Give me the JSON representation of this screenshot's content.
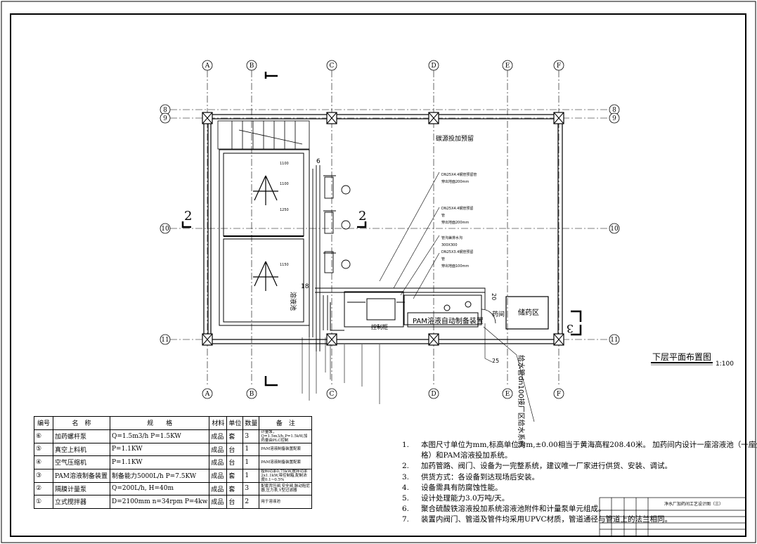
{
  "grid": {
    "columns": [
      "A",
      "B",
      "C",
      "D",
      "E",
      "F"
    ],
    "rows": [
      "8",
      "9",
      "10",
      "11"
    ]
  },
  "title": {
    "main": "下层平面布置图",
    "scale": "1:100"
  },
  "labels": {
    "carbon_source": "碳源投加预留",
    "pipe1": [
      "DN25X4.4钢管预留管",
      "穿出地面200mm"
    ],
    "pipe2": [
      "DN25X4.4钢管预留",
      "管",
      "穿出地面200mm"
    ],
    "sump": [
      "管沟兼排水沟",
      "300X300"
    ],
    "pipe3": [
      "DN25X3.4钢管预留",
      "管",
      "穿出地面100mm"
    ],
    "pam_device": "PAM溶液自动制备装置",
    "storage": "储药区",
    "pump_room": "药间",
    "control": "控制柜",
    "water_supply": "给水管dn100接厂区给水系统",
    "dn25": "25",
    "dn20": "20",
    "tank": "溶液池",
    "section_a": "2",
    "section_b": "3",
    "elev": "1100",
    "elev2": "1150",
    "elev3": "1250",
    "dim_1": "18",
    "dim_2": "6"
  },
  "legend": {
    "headers": [
      "编号",
      "名　称",
      "规　　格",
      "材料",
      "单位",
      "数量",
      "备　注"
    ],
    "rows": [
      {
        "no": "⑥",
        "name": "加药螺杆泵",
        "spec": "Q=1.5m3/h P=1.5KW",
        "mat": "成品",
        "unit": "套",
        "qty": "3",
        "note": "计量泵，Q=1.5m3/h,P=1.5kW,加药量由PLC控制"
      },
      {
        "no": "⑤",
        "name": "真空上料机",
        "spec": "P=1.1KW",
        "mat": "成品",
        "unit": "台",
        "qty": "1",
        "note": "PAM溶液制备装置配套"
      },
      {
        "no": "④",
        "name": "空气压缩机",
        "spec": "P=1.1KW",
        "mat": "成品",
        "unit": "台",
        "qty": "1",
        "note": "PAM溶液制备装置配套"
      },
      {
        "no": "③",
        "name": "PAM溶液制备装置",
        "spec": "制备能力5000L/h P=7.5KW",
        "mat": "成品",
        "unit": "套",
        "qty": "1",
        "note": "投料功率0.75kW,搅拌功率2x1.1kW,带控制箱,配制浓度0.1~0.5%"
      },
      {
        "no": "②",
        "name": "隔膜计量泵",
        "spec": "Q=200L/h, H=40m",
        "mat": "成品",
        "unit": "套",
        "qty": "3",
        "note": "配套背压阀,安全阀,脉动阻尼器,压力表,Y型过滤器"
      },
      {
        "no": "①",
        "name": "立式搅拌器",
        "spec": "D=2100mm n=34rpm P=4kw",
        "mat": "成品",
        "unit": "台",
        "qty": "2",
        "note": "用于溶液池"
      }
    ]
  },
  "notes": [
    {
      "n": "1.",
      "text": "本图尺寸单位为mm,标高单位为m,±0.00相当于黄海高程208.40米。 加药间内设计一座溶液池（一座分两"
    },
    {
      "n": "",
      "text": "格）和PAM溶液投加系统。"
    },
    {
      "n": "2.",
      "text": "加药管路、阀门、设备为一完整系统，建议唯一厂家进行供货、安装、调试。"
    },
    {
      "n": "3.",
      "text": "供货方式：各设备到达现场后安装。"
    },
    {
      "n": "4.",
      "text": "设备需具有防腐蚀性能。"
    },
    {
      "n": "5.",
      "text": "设计处理能力3.0万吨/天。"
    },
    {
      "n": "6.",
      "text": "聚合硫酸铁溶液投加系统溶液池附件和计量泵单元组成。"
    },
    {
      "n": "7.",
      "text": "装置内阀门、管道及管件均采用UPVC材质，管道通径与管道上的法兰相同。"
    }
  ],
  "titleblock": {
    "project": "净水厂加药间工艺设计图（三）"
  }
}
